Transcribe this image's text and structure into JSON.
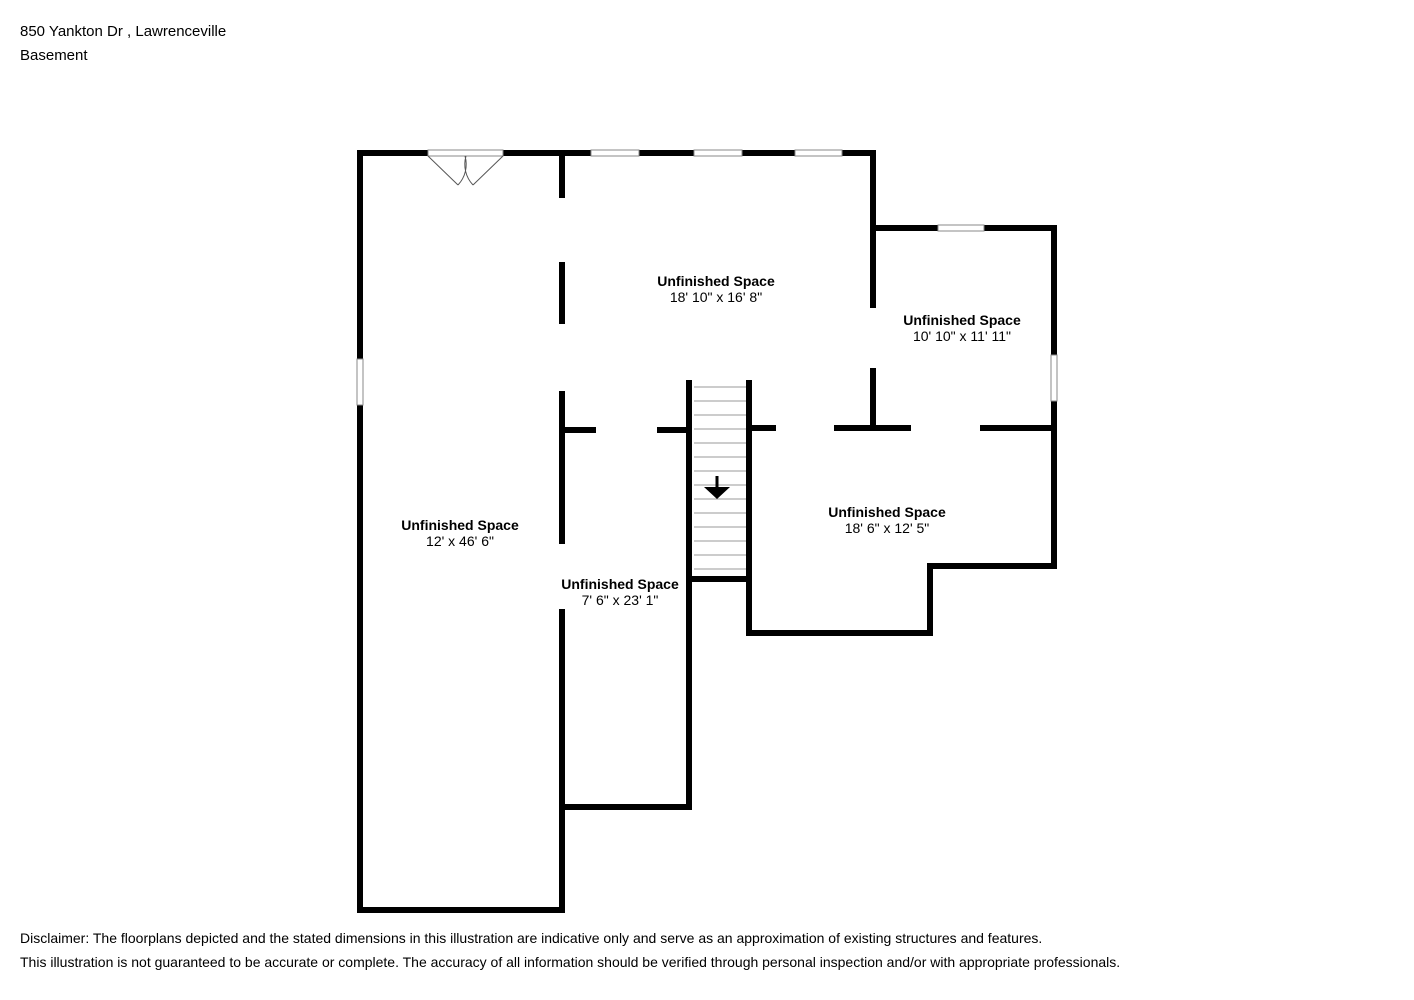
{
  "header": {
    "address": "850 Yankton Dr , Lawrenceville",
    "level": "Basement"
  },
  "rooms": [
    {
      "name": "Unfinished Space",
      "dimensions": "18' 10\" x 16' 8\""
    },
    {
      "name": "Unfinished Space",
      "dimensions": "10' 10\" x 11' 11\""
    },
    {
      "name": "Unfinished Space",
      "dimensions": "12' x 46' 6\""
    },
    {
      "name": "Unfinished Space",
      "dimensions": "7' 6\" x 23' 1\""
    },
    {
      "name": "Unfinished Space",
      "dimensions": "18' 6\" x 12' 5\""
    }
  ],
  "disclaimer": {
    "line1": "Disclaimer: The floorplans depicted and the stated dimensions in this illustration are indicative only and serve as an approximation of existing structures and features.",
    "line2": "This illustration is not guaranteed to be accurate or complete. The accuracy of all information should be verified through personal inspection and/or with appropriate professionals."
  },
  "colors": {
    "wall": "#000000",
    "window": "#ffffff",
    "window_stroke": "#888888",
    "stair_line": "#999999"
  }
}
